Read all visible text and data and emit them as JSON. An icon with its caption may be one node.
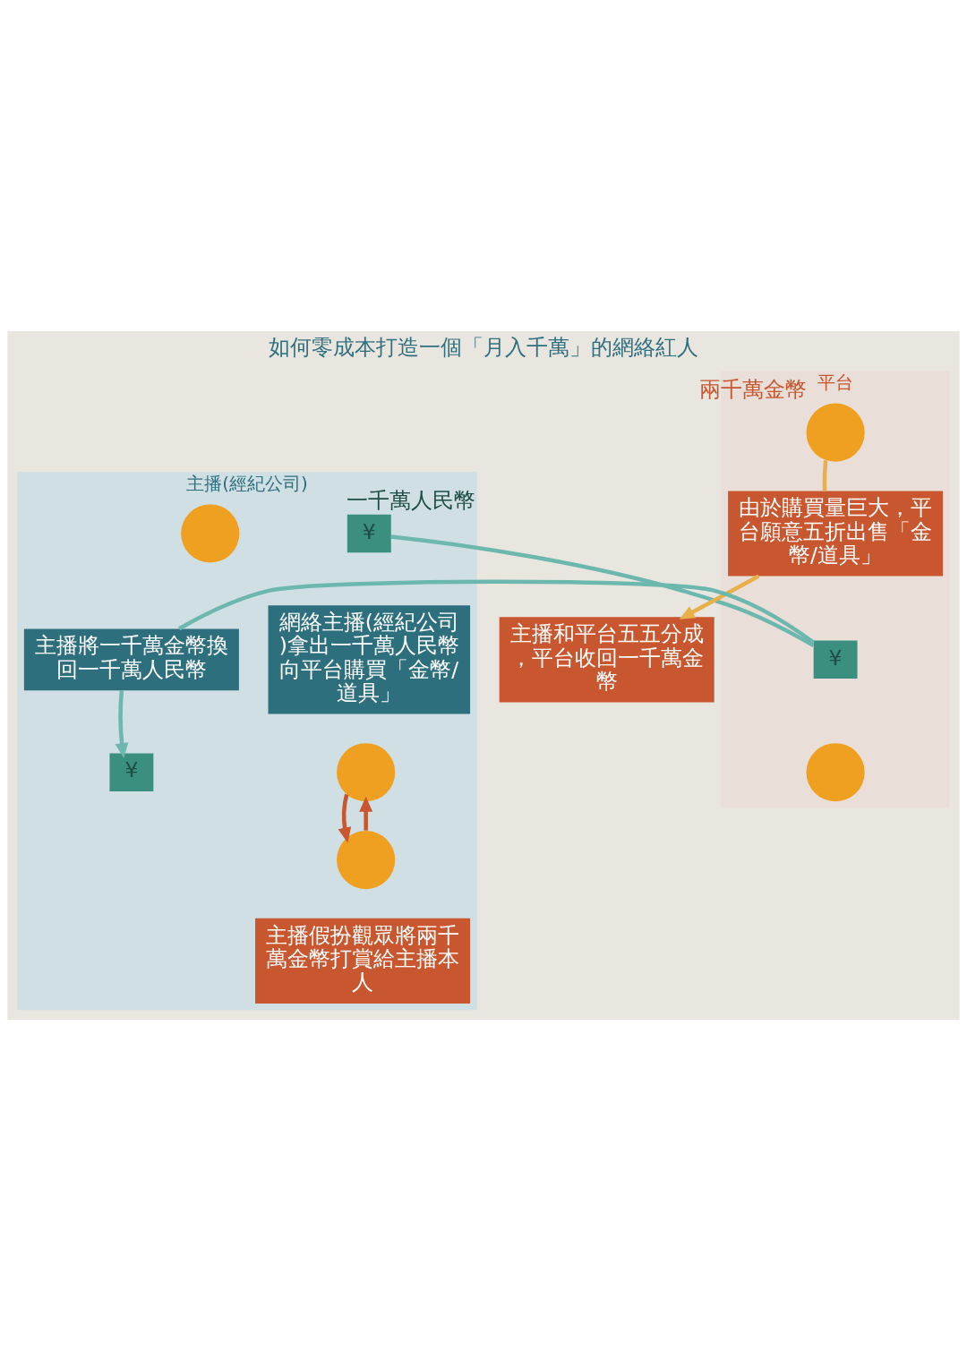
{
  "diagram": {
    "title": "如何零成本打造一個「月入千萬」的網絡紅人",
    "nodes": [
      {
        "text": [
          "主播(經紀公司)"
        ]
      },
      {
        "text": [
          "平台"
        ]
      },
      {
        "text": [
          "¥"
        ],
        "beside": [
          "一千萬人民幣"
        ],
        "in": 0
      },
      {
        "text": [],
        "shape": "circle",
        "beside": [
          "兩千萬金幣"
        ],
        "in": 1
      },
      {
        "text": [
          "網絡主播(經紀公司)拿出一千萬人民幣向平台購買「金幣/道具」"
        ],
        "in": 0
      },
      {
        "text": [
          "由於購買量巨大，平台願意五折出售「金幣/道具」"
        ],
        "in": 1
      },
      {
        "text": [],
        "shape": "circle",
        "in": 0
      },
      {
        "text": [],
        "shape": "circle",
        "in": 0
      },
      {
        "text": [
          "主播假扮觀眾將兩千萬金幣打賞給主播本人"
        ],
        "in": 0
      },
      {
        "text": [
          "主播和平台五五分成，平台收回一千萬金幣"
        ]
      },
      {
        "text": [],
        "shape": "circle",
        "in": 0
      },
      {
        "text": [],
        "shape": "circle",
        "in": 1
      },
      {
        "text": [
          "¥"
        ],
        "in": 1
      },
      {
        "text": [
          "主播將一千萬金幣換回一千萬人民幣"
        ],
        "in": 0
      },
      {
        "text": [
          "¥"
        ],
        "in": 0
      }
    ],
    "edges": [
      {
        "from": 2,
        "to": 12,
        "arrow": "none"
      },
      {
        "from": 12,
        "to": 13,
        "arrow": "none"
      },
      {
        "from": 13,
        "to": 14,
        "arrow": "to"
      },
      {
        "from": 3,
        "to": 5,
        "arrow": "none",
        "color": "#e8b04a"
      },
      {
        "from": 5,
        "to": 9,
        "arrow": "to",
        "color": "#e8b04a"
      },
      {
        "from": 6,
        "to": 7,
        "arrow": "to",
        "color": "#c8562f"
      },
      {
        "from": 7,
        "to": 6,
        "arrow": "to",
        "color": "#c8562f"
      }
    ]
  }
}
